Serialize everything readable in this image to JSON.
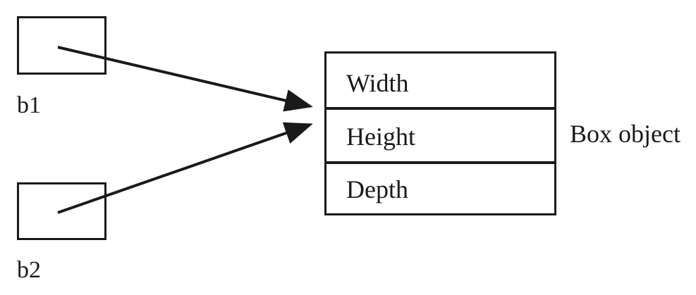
{
  "diagram": {
    "references": [
      {
        "name": "b1"
      },
      {
        "name": "b2"
      }
    ],
    "object": {
      "fields": [
        "Width",
        "Height",
        "Depth"
      ],
      "label": "Box object"
    }
  }
}
